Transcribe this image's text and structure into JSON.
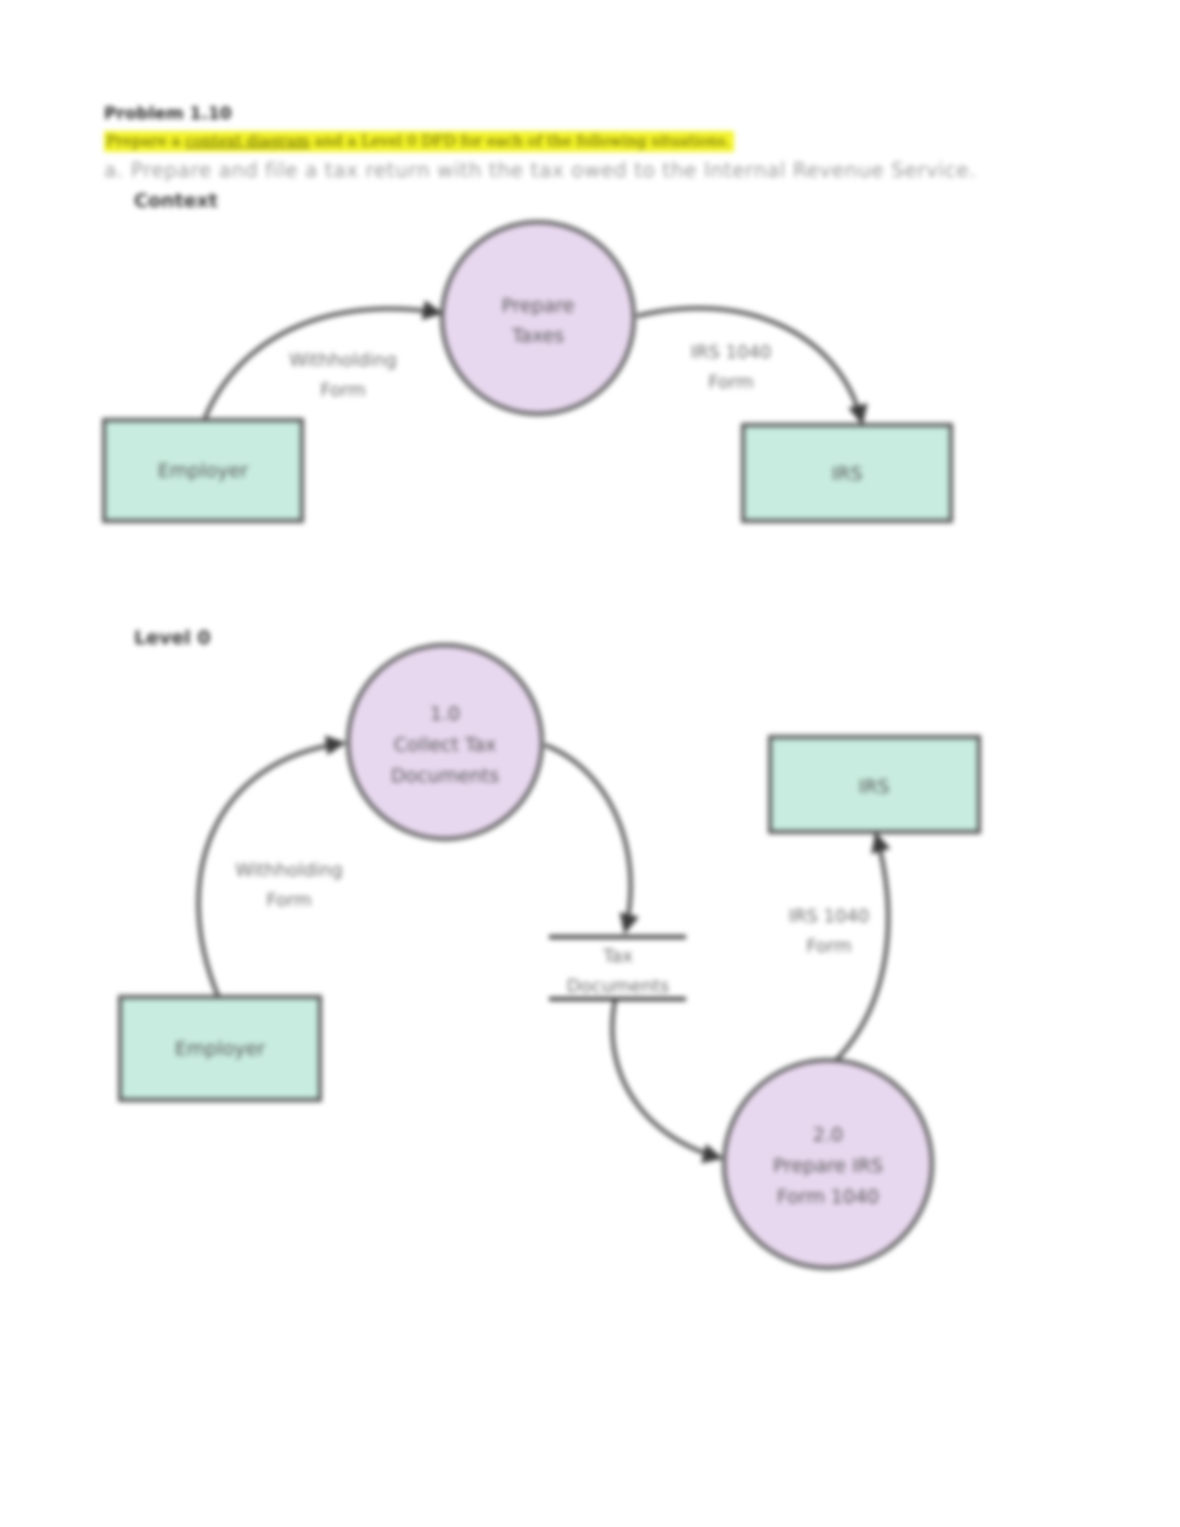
{
  "document": {
    "heading": "Problem 1.10",
    "instruction_parts": [
      "Prepare a ",
      "context diagram",
      " and a Level 0 DFD for each of the following situations."
    ],
    "item_a": "a. Prepare and file a tax return with the tax owed to the Internal Revenue Service."
  },
  "context_diagram": {
    "label": "Context",
    "process_lines": [
      "Prepare",
      "Taxes"
    ],
    "entities": {
      "source": "Employer",
      "sink": "IRS"
    },
    "flows": {
      "withholding_lines": [
        "Withholding",
        "Form"
      ],
      "irs_form_lines": [
        "IRS 1040",
        "Form"
      ]
    }
  },
  "level0_diagram": {
    "label": "Level 0",
    "process_1_lines": [
      "1.0",
      "Collect Tax",
      "Documents"
    ],
    "process_2_lines": [
      "2.0",
      "Prepare IRS",
      "Form 1040"
    ],
    "data_store_lines": [
      "Tax",
      "Documents"
    ],
    "entities": {
      "source": "Employer",
      "sink": "IRS"
    },
    "flows": {
      "withholding_lines": [
        "Withholding",
        "Form"
      ],
      "irs_form_lines": [
        "IRS 1040",
        "Form"
      ]
    }
  },
  "colors": {
    "highlight": "#f4f42a",
    "entity_fill": "#c8ecdf",
    "process_fill": "#e8d8ef",
    "stroke": "#4a4a4a"
  }
}
